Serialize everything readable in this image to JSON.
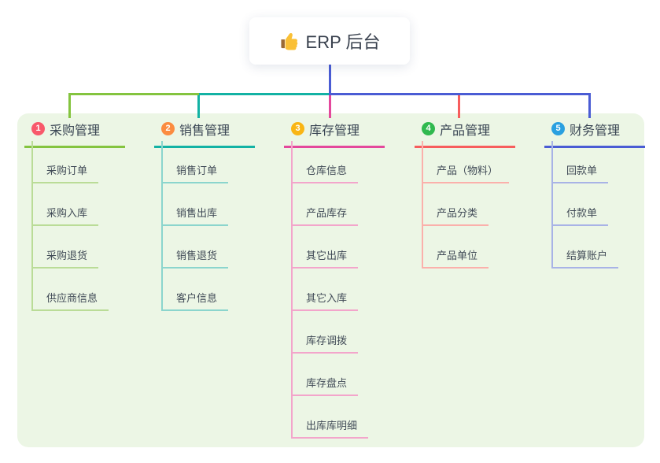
{
  "root": {
    "title": "ERP 后台",
    "icon": "thumbs-up"
  },
  "colors": {
    "panel_bg": "#ecf6e5",
    "root_line": "#4a5cd4",
    "root_text": "#39414e"
  },
  "branches": [
    {
      "num": "1",
      "label": "采购管理",
      "badge_color": "#f8596b",
      "line_color": "#84c43f",
      "child_line_color": "#badc97",
      "children": [
        "采购订单",
        "采购入库",
        "采购退货",
        "供应商信息"
      ]
    },
    {
      "num": "2",
      "label": "销售管理",
      "badge_color": "#fb8c40",
      "line_color": "#13b2a4",
      "child_line_color": "#8bd5cd",
      "children": [
        "销售订单",
        "销售出库",
        "销售退货",
        "客户信息"
      ]
    },
    {
      "num": "3",
      "label": "库存管理",
      "badge_color": "#f9b514",
      "line_color": "#e4489c",
      "child_line_color": "#f3a5cb",
      "children": [
        "仓库信息",
        "产品库存",
        "其它出库",
        "其它入库",
        "库存调拨",
        "库存盘点",
        "出库库明细"
      ]
    },
    {
      "num": "4",
      "label": "产品管理",
      "badge_color": "#30b94f",
      "line_color": "#f75d5d",
      "child_line_color": "#fbb0ab",
      "children": [
        "产品（物料）",
        "产品分类",
        "产品单位"
      ]
    },
    {
      "num": "5",
      "label": "财务管理",
      "badge_color": "#2aa0e0",
      "line_color": "#4a5cd4",
      "child_line_color": "#a8b3e6",
      "children": [
        "回款单",
        "付款单",
        "结算账户"
      ]
    }
  ]
}
